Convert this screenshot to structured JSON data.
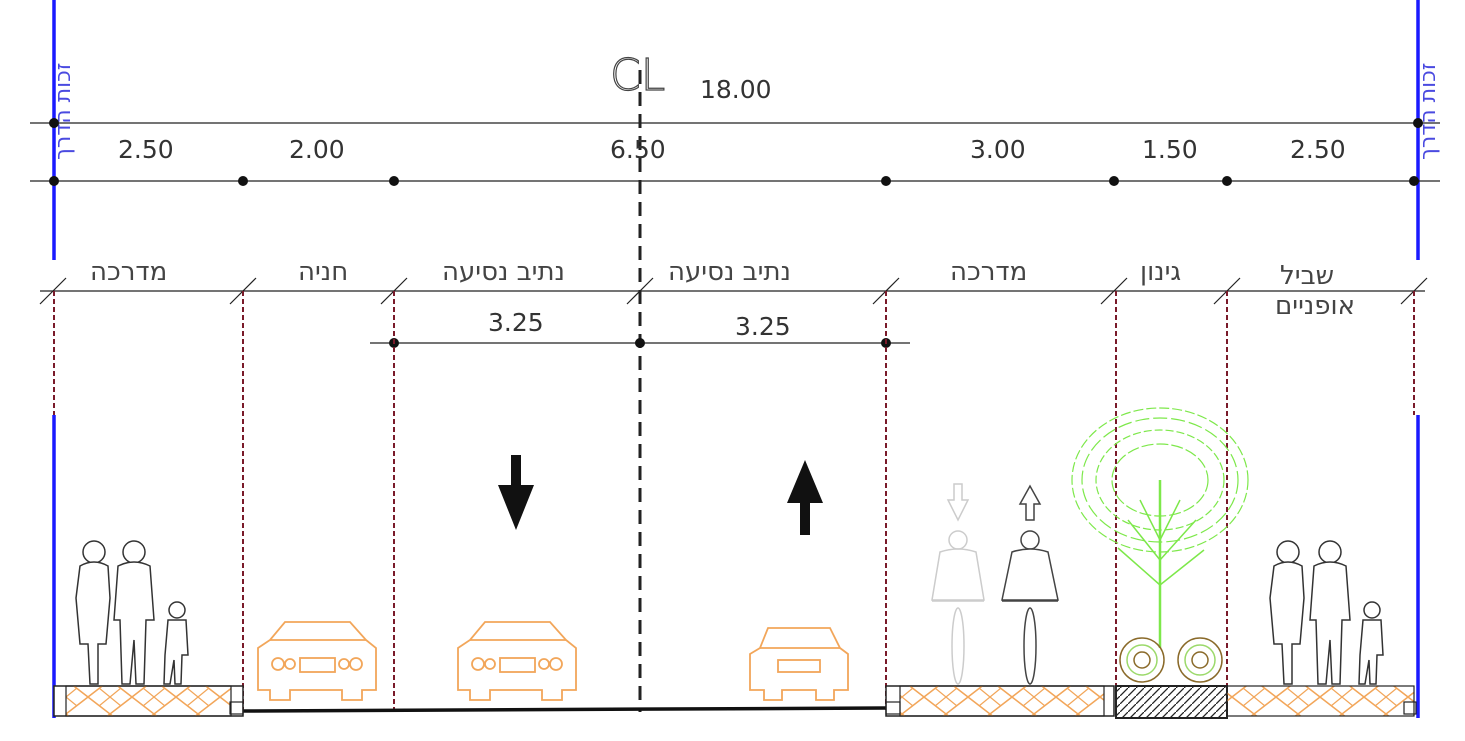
{
  "centerline": {
    "label": "CL",
    "total_width": "18.00"
  },
  "row_label": "זכות הדרך",
  "segment_dims": [
    "2.50",
    "2.00",
    "6.50",
    "3.00",
    "1.50",
    "2.50"
  ],
  "lane_dims": [
    "3.25",
    "3.25"
  ],
  "zones": {
    "sidewalk_left": "מדרכה",
    "parking": "חניה",
    "lane_left": "נתיב נסיעה",
    "lane_right": "נתיב נסיעה",
    "sidewalk_right": "מדרכה",
    "garden": "גינון",
    "bike_path_line1": "שביל",
    "bike_path_line2": "אופניים"
  },
  "colors": {
    "row_line": "#1a1aff",
    "divider": "#7a1a2a",
    "car": "#f2a65a",
    "tree": "#7de84a",
    "paving": "#f2a65a",
    "ink": "#222222"
  },
  "icons": {
    "lane_left_direction": "arrow-down-icon",
    "lane_right_direction": "arrow-up-icon"
  }
}
